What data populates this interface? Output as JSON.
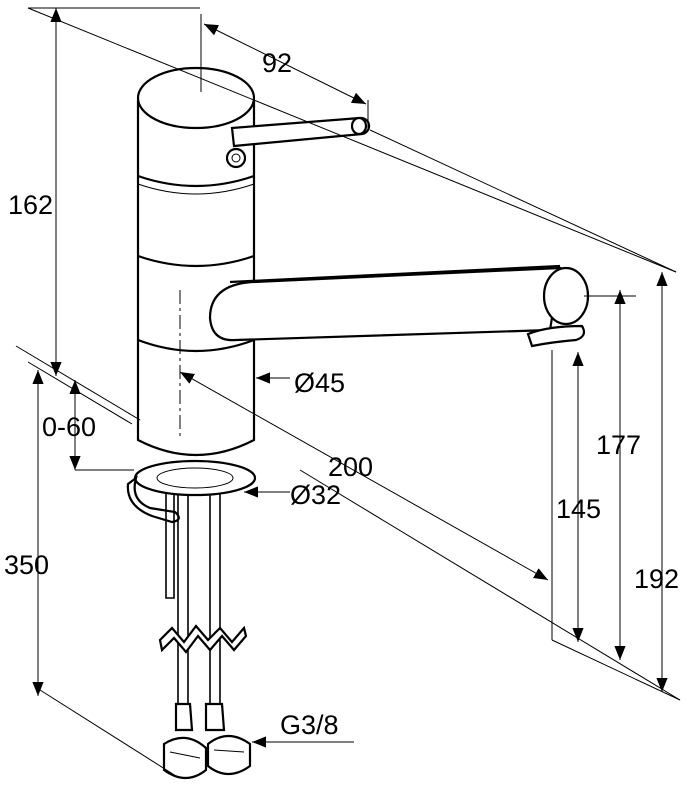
{
  "drawing": {
    "dimensions": {
      "lever_length": "92",
      "body_height": "162",
      "body_diameter": "Ø45",
      "counter_thickness": "0-60",
      "spout_reach": "200",
      "hole_diameter": "Ø32",
      "hose_length": "350",
      "spout_height": "145",
      "spout_top_height": "177",
      "total_height": "192",
      "connection_thread": "G3/8"
    }
  }
}
